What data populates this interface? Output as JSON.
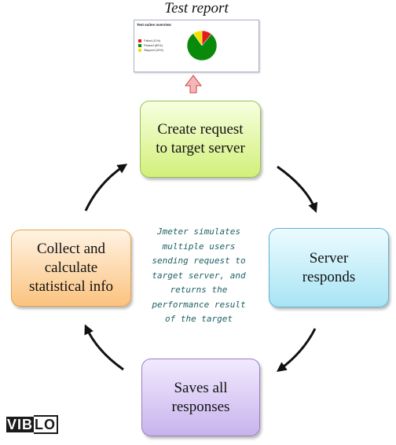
{
  "report": {
    "title": "Test report",
    "thumbnail_heading": "Test suites overview",
    "legend": [
      {
        "label": "Failed (11%)",
        "color": "#e41b1b"
      },
      {
        "label": "Passed (80%)",
        "color": "#0a8a0a"
      },
      {
        "label": "Skipped (10%)",
        "color": "#f2e200"
      }
    ],
    "pie_values": [
      11,
      80,
      10
    ]
  },
  "nodes": {
    "top": "Create request\nto target server",
    "right": "Server\nresponds",
    "bottom": "Saves all\nresponses",
    "left": "Collect and\ncalculate\nstatistical info"
  },
  "center_text": "Jmeter simulates\nmultiple users\nsending request to\ntarget server, and\nreturns the\nperformance result\nof the target",
  "logo_text": "VIBLO",
  "colors": {
    "top_fill": "#d2f07a",
    "right_fill": "#a8e4f4",
    "bottom_fill": "#c8b3ec",
    "left_fill": "#fbc37f",
    "center_text": "#1e5f63",
    "up_arrow": "#f4b6b6"
  }
}
